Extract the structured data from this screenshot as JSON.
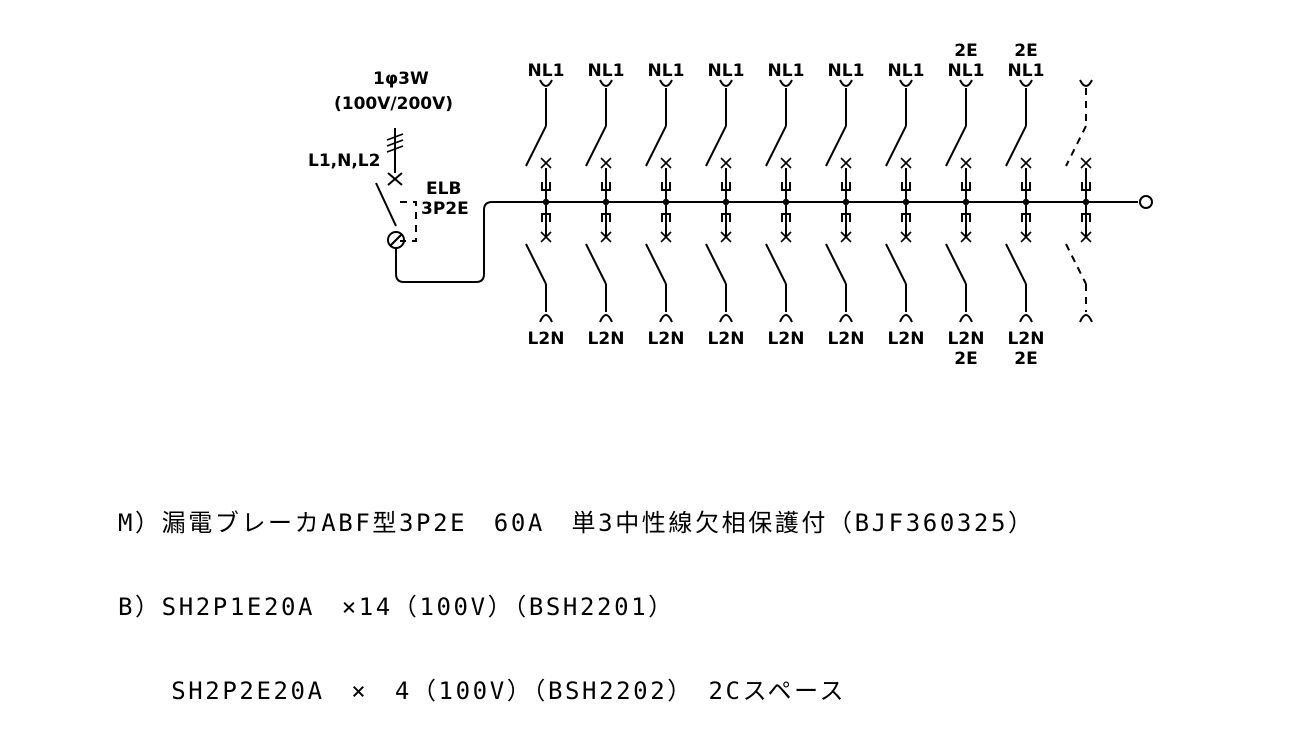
{
  "supply": {
    "phase_label": "1φ3W",
    "voltage_label": "(100V/200V)",
    "lines_label": "L1,N,L2"
  },
  "main_breaker": {
    "type_label": "ELB",
    "pole_label": "3P2E"
  },
  "branches": [
    {
      "top": [
        "NL1"
      ],
      "bottom": [
        "L2N"
      ]
    },
    {
      "top": [
        "NL1"
      ],
      "bottom": [
        "L2N"
      ]
    },
    {
      "top": [
        "NL1"
      ],
      "bottom": [
        "L2N"
      ]
    },
    {
      "top": [
        "NL1"
      ],
      "bottom": [
        "L2N"
      ]
    },
    {
      "top": [
        "NL1"
      ],
      "bottom": [
        "L2N"
      ]
    },
    {
      "top": [
        "NL1"
      ],
      "bottom": [
        "L2N"
      ]
    },
    {
      "top": [
        "NL1"
      ],
      "bottom": [
        "L2N"
      ]
    },
    {
      "top": [
        "2E",
        "NL1"
      ],
      "bottom": [
        "L2N",
        "2E"
      ]
    },
    {
      "top": [
        "2E",
        "NL1"
      ],
      "bottom": [
        "L2N",
        "2E"
      ]
    }
  ],
  "spare_branch_count": 1,
  "spec_lines": [
    "M）漏電ブレーカABF型3P2E　60A　単3中性線欠相保護付（BJF360325）",
    "B）SH2P1E20A　×14（100V）（BSH2201）",
    "　　SH2P2E20A　×　4（100V）（BSH2202）　2Cスペース"
  ]
}
